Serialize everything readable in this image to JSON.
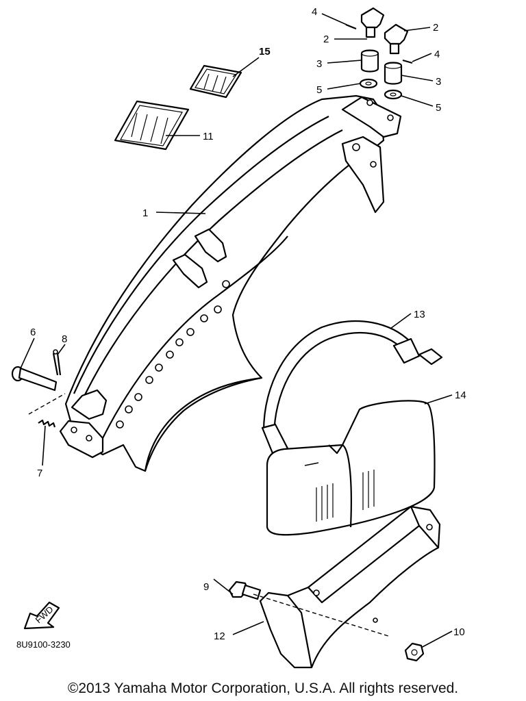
{
  "diagram": {
    "part_number": "8U9100-3230",
    "fwd_label": "FWD",
    "callouts": {
      "c1": "1",
      "c2a": "2",
      "c2b": "2",
      "c3a": "3",
      "c3b": "3",
      "c4a": "4",
      "c4b": "4",
      "c5a": "5",
      "c5b": "5",
      "c6": "6",
      "c7": "7",
      "c8": "8",
      "c9": "9",
      "c10": "10",
      "c11": "11",
      "c12": "12",
      "c13": "13",
      "c14": "14",
      "c15": "15"
    }
  },
  "footer": {
    "copyright": "©2013 Yamaha Motor Corporation, U.S.A. All rights reserved."
  }
}
